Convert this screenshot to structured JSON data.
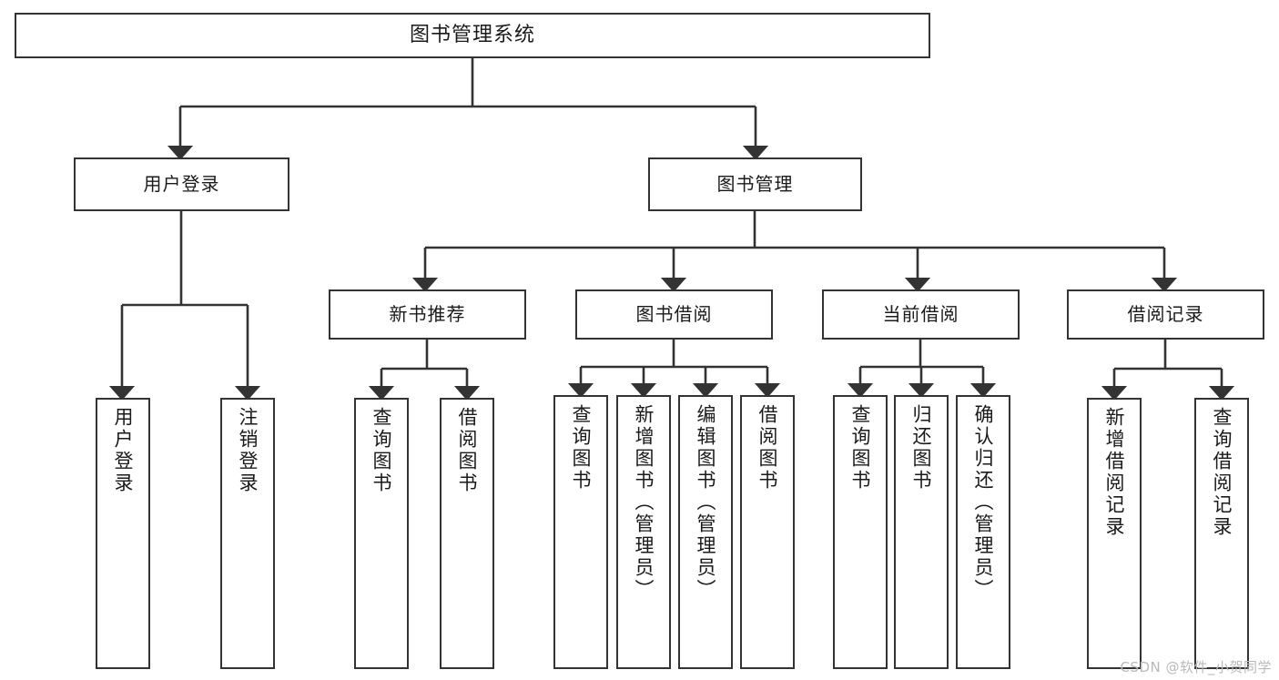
{
  "diagram": {
    "title": "图书管理系统",
    "type": "tree-hierarchy",
    "watermark": "CSDN @软件_小贺同学",
    "colors": {
      "background": "#ffffff",
      "box_border": "#333333",
      "box_fill": "#ffffff",
      "connector": "#333333",
      "text": "#1a1a1a",
      "watermark": "#b9b9b9"
    },
    "root": {
      "label": "图书管理系统"
    },
    "level1": [
      {
        "label": "用户登录"
      },
      {
        "label": "图书管理"
      }
    ],
    "level2": [
      {
        "label": "新书推荐"
      },
      {
        "label": "图书借阅"
      },
      {
        "label": "当前借阅"
      },
      {
        "label": "借阅记录"
      }
    ],
    "leaves": {
      "user_login": [
        {
          "label": "用户登录"
        },
        {
          "label": "注销登录"
        }
      ],
      "new_book_recommend": [
        {
          "label": "查询图书"
        },
        {
          "label": "借阅图书"
        }
      ],
      "book_borrow": [
        {
          "label": "查询图书"
        },
        {
          "label": "新增图书（管理员）"
        },
        {
          "label": "编辑图书（管理员）"
        },
        {
          "label": "借阅图书"
        }
      ],
      "current_borrow": [
        {
          "label": "查询图书"
        },
        {
          "label": "归还图书"
        },
        {
          "label": "确认归还（管理员）"
        }
      ],
      "borrow_record": [
        {
          "label": "新增借阅记录"
        },
        {
          "label": "查询借阅记录"
        }
      ]
    }
  }
}
